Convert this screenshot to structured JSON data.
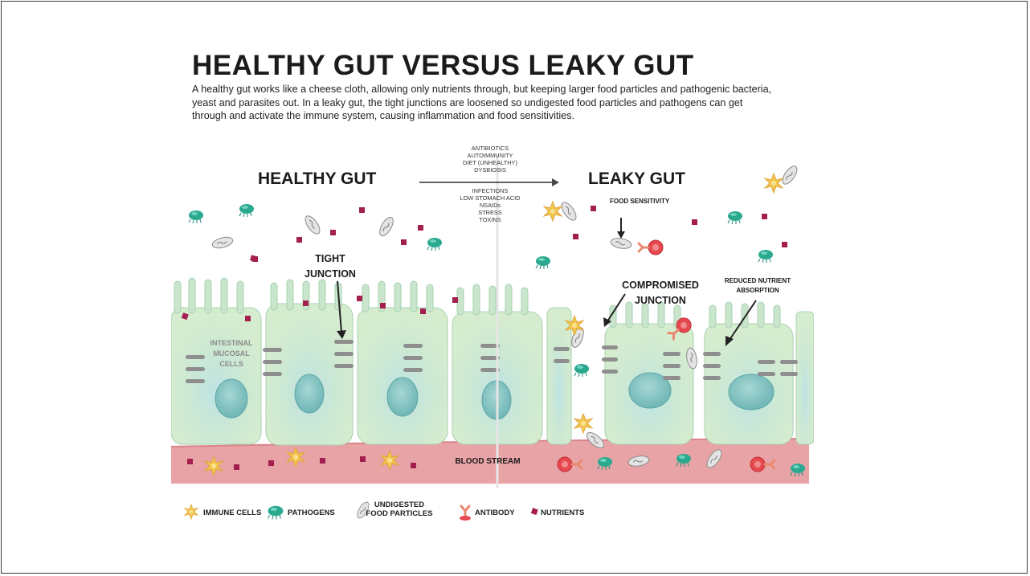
{
  "title": "HEALTHY GUT VERSUS LEAKY GUT",
  "description": "A healthy gut works like a cheese cloth, allowing only nutrients through, but keeping larger food particles and pathogenic bacteria, yeast and parasites out. In a leaky gut, the tight junctions are loosened so undigested food particles and pathogens can get through and activate the immune system, causing inflammation and food sensitivities.",
  "diagram": {
    "healthy_label": "HEALTHY GUT",
    "leaky_label": "LEAKY GUT",
    "causes_top": [
      "ANTIBIOTICS",
      "AUTOIMMUNITY",
      "DIET (UNHEALTHY)",
      "DYSBIOSIS"
    ],
    "causes_bottom": [
      "INFECTIONS",
      "LOW STOMACH ACID",
      "NSAIDs",
      "STRESS",
      "TOXINS"
    ],
    "tight_junction": [
      "TIGHT",
      "JUNCTION"
    ],
    "intestinal_cells": [
      "INTESTINAL",
      "MUCOSAL",
      "CELLS"
    ],
    "food_sensitivity": "FOOD SENSITIVITY",
    "compromised_junction": [
      "COMPROMISED",
      "JUNCTION"
    ],
    "reduced_absorption": [
      "REDUCED NUTRIENT",
      "ABSORPTION"
    ],
    "blood_stream": "BLOOD STREAM"
  },
  "legend": {
    "immune_cells": "IMMUNE CELLS",
    "pathogens": "PATHOGENS",
    "food_particles": [
      "UNDIGESTED",
      "FOOD PARTICLES"
    ],
    "antibody": "ANTIBODY",
    "nutrients": "NUTRIENTS"
  },
  "colors": {
    "cell_fill": "#c9e6cc",
    "cell_stroke": "#a8d1b2",
    "nucleus": "#8fc8c6",
    "blood": "#e8a3a6",
    "nutrient": "#a31f4f",
    "pathogen": "#2aa98f",
    "immune": "#f3c64f",
    "antibody": "#e56b5a"
  }
}
